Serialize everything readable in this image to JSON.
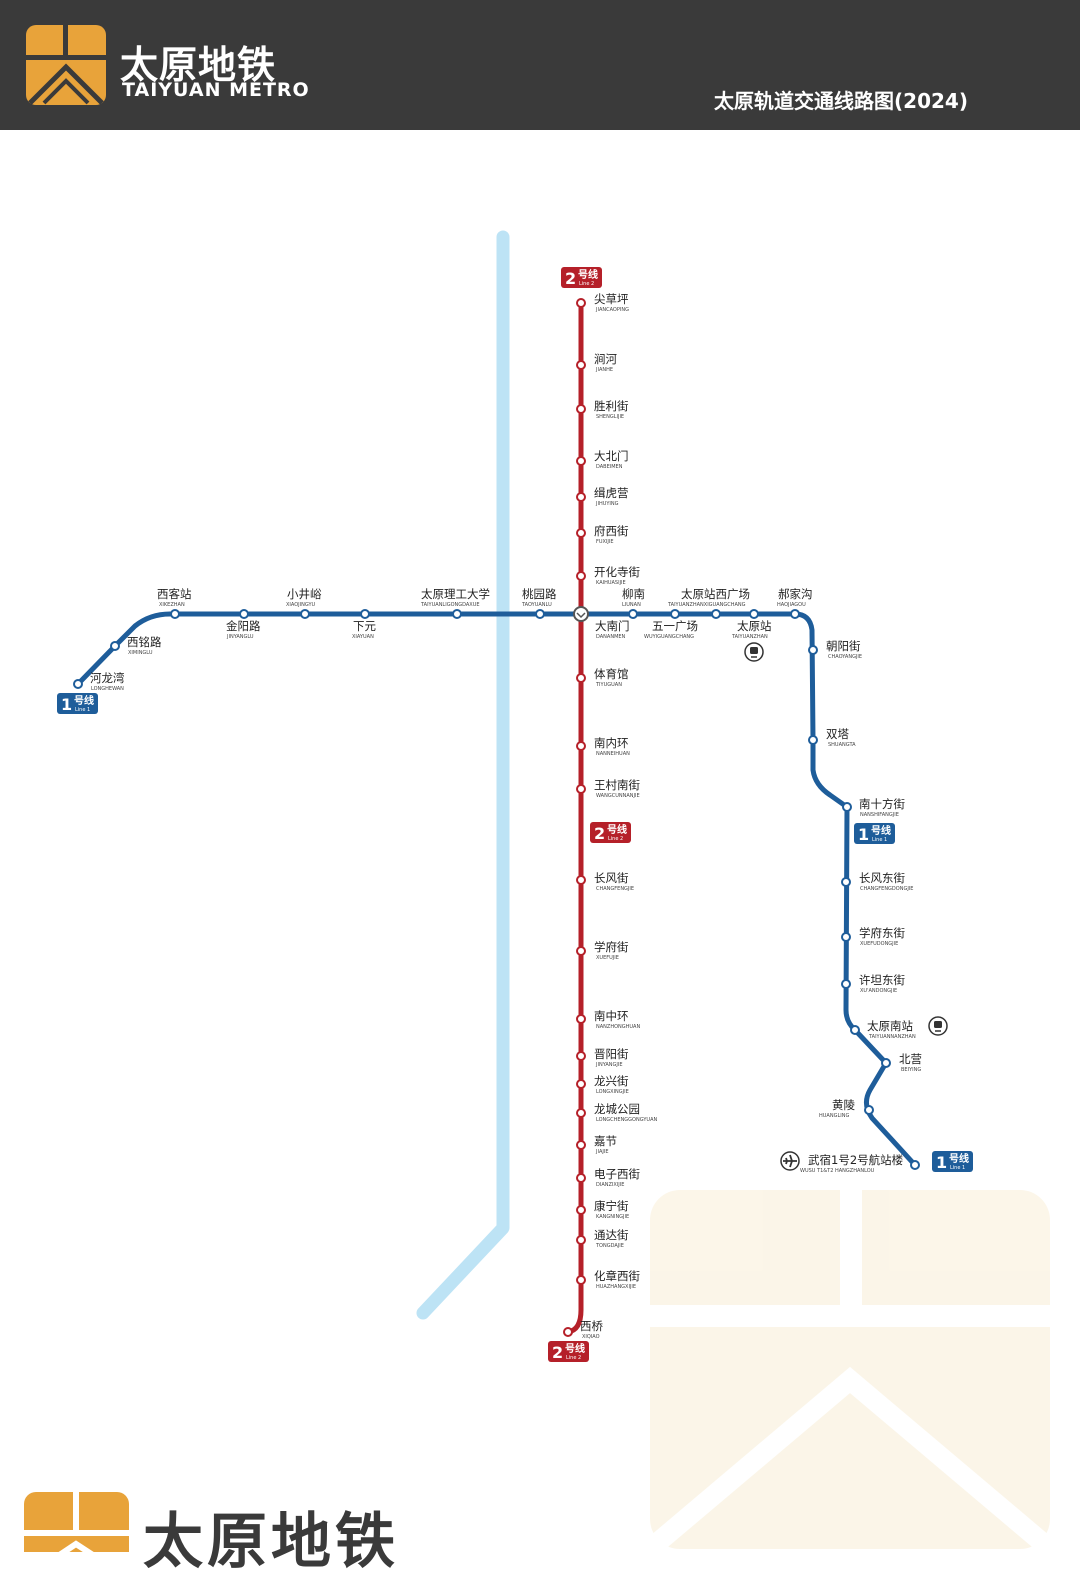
{
  "header": {
    "brand_cn": "太原地铁",
    "brand_en": "TAIYUAN METRO",
    "title": "太原轨道交通线路图(2024)"
  },
  "footer": {
    "brand_cn": "太原地铁"
  },
  "colors": {
    "line1": "#1e5d9a",
    "line2": "#b52029",
    "river": "#bde3f5",
    "header": "#3a3a3a",
    "brand": "#e8a33a"
  },
  "line_badges": [
    {
      "id": "l2-top",
      "num": "2",
      "label": "号线",
      "en": "Line 2",
      "line": "2"
    },
    {
      "id": "l2-mid",
      "num": "2",
      "label": "号线",
      "en": "Line 2",
      "line": "2"
    },
    {
      "id": "l2-bot",
      "num": "2",
      "label": "号线",
      "en": "Line 2",
      "line": "2"
    },
    {
      "id": "l1-west",
      "num": "1",
      "label": "号线",
      "en": "Line 1",
      "line": "1"
    },
    {
      "id": "l1-mid",
      "num": "1",
      "label": "号线",
      "en": "Line 1",
      "line": "1"
    },
    {
      "id": "l1-south",
      "num": "1",
      "label": "号线",
      "en": "Line 1",
      "line": "1"
    }
  ],
  "stations": [
    {
      "id": "jiancaoping",
      "cn": "尖草坪",
      "en": "JIANCAOPING"
    },
    {
      "id": "jianhe",
      "cn": "涧河",
      "en": "JIANHE"
    },
    {
      "id": "shenglijie",
      "cn": "胜利街",
      "en": "SHENGLIJIE"
    },
    {
      "id": "dabeimen",
      "cn": "大北门",
      "en": "DABEIMEN"
    },
    {
      "id": "jihuying",
      "cn": "缉虎营",
      "en": "JIHUYING"
    },
    {
      "id": "fuxijie",
      "cn": "府西街",
      "en": "FUXIJIE"
    },
    {
      "id": "kaihuasijie",
      "cn": "开化寺街",
      "en": "KAIHUASIJIE"
    },
    {
      "id": "dananmen",
      "cn": "大南门",
      "en": "DANANMEN"
    },
    {
      "id": "tiyuguan",
      "cn": "体育馆",
      "en": "TIYUGUAN"
    },
    {
      "id": "nanneihuan",
      "cn": "南内环",
      "en": "NANNEIHUAN"
    },
    {
      "id": "wangcunnanjie",
      "cn": "王村南街",
      "en": "WANGCUNNANJIE"
    },
    {
      "id": "changfengjie",
      "cn": "长风街",
      "en": "CHANGFENGJIE"
    },
    {
      "id": "xuefujie",
      "cn": "学府街",
      "en": "XUEFUJIE"
    },
    {
      "id": "nanzhonghuan",
      "cn": "南中环",
      "en": "NANZHONGHUAN"
    },
    {
      "id": "jinyangjie",
      "cn": "晋阳街",
      "en": "JINYANGJIE"
    },
    {
      "id": "longxingjie",
      "cn": "龙兴街",
      "en": "LONGXINGJIE"
    },
    {
      "id": "longchenggongyuan",
      "cn": "龙城公园",
      "en": "LONGCHENGGONGYUAN"
    },
    {
      "id": "jiajie",
      "cn": "嘉节",
      "en": "JIAJIE"
    },
    {
      "id": "dianzixijie",
      "cn": "电子西街",
      "en": "DIANZIXIJIE"
    },
    {
      "id": "kangningjie",
      "cn": "康宁街",
      "en": "KANGNINGJIE"
    },
    {
      "id": "tongdajie",
      "cn": "通达街",
      "en": "TONGDAJIE"
    },
    {
      "id": "huazhangxijie",
      "cn": "化章西街",
      "en": "HUAZHANGXIJIE"
    },
    {
      "id": "xiqiao",
      "cn": "西桥",
      "en": "XIQIAO"
    },
    {
      "id": "longhewan",
      "cn": "河龙湾",
      "en": "LONGHEWAN"
    },
    {
      "id": "ximinglu",
      "cn": "西铭路",
      "en": "XIMINGLU"
    },
    {
      "id": "xikezhan",
      "cn": "西客站",
      "en": "XIKEZHAN"
    },
    {
      "id": "jinyanglu",
      "cn": "金阳路",
      "en": "JINYANGLU"
    },
    {
      "id": "xiaojingyu",
      "cn": "小井峪",
      "en": "XIAOJINGYU"
    },
    {
      "id": "xiayuan",
      "cn": "下元",
      "en": "XIAYUAN"
    },
    {
      "id": "taiyuanligong",
      "cn": "太原理工大学",
      "en": "TAIYUANLIGONGDAXUE"
    },
    {
      "id": "taoyuanlu",
      "cn": "桃园路",
      "en": "TAOYUANLU"
    },
    {
      "id": "liunan",
      "cn": "柳南",
      "en": "LIUNAN"
    },
    {
      "id": "wuyiguangchang",
      "cn": "五一广场",
      "en": "WUYIGUANGCHANG"
    },
    {
      "id": "taiyuanzhanxi",
      "cn": "太原站西广场",
      "en": "TAIYUANZHANXIGUANGCHANG"
    },
    {
      "id": "taiyuanzhan",
      "cn": "太原站",
      "en": "TAIYUANZHAN"
    },
    {
      "id": "haojiagou",
      "cn": "郝家沟",
      "en": "HAOJIAGOU"
    },
    {
      "id": "chaoyangjie",
      "cn": "朝阳街",
      "en": "CHAOYANGJIE"
    },
    {
      "id": "shuangta",
      "cn": "双塔",
      "en": "SHUANGTA"
    },
    {
      "id": "nanshifangjie",
      "cn": "南十方街",
      "en": "NANSHIFANGJIE"
    },
    {
      "id": "changfengdongjie",
      "cn": "长风东街",
      "en": "CHANGFENGDONGJIE"
    },
    {
      "id": "xuefudongjie",
      "cn": "学府东街",
      "en": "XUEFUDONGJIE"
    },
    {
      "id": "xutandongjie",
      "cn": "许坦东街",
      "en": "XU'ANDONGJIE"
    },
    {
      "id": "taiyuannanzhan",
      "cn": "太原南站",
      "en": "TAIYUANNANZHAN"
    },
    {
      "id": "beiying",
      "cn": "北营",
      "en": "BEIYING"
    },
    {
      "id": "huangling",
      "cn": "黄陵",
      "en": "HUANGLING"
    },
    {
      "id": "wusu",
      "cn": "武宿1号2号航站楼",
      "en": "WUSU T1&T2 HANGZHANLOU"
    }
  ]
}
